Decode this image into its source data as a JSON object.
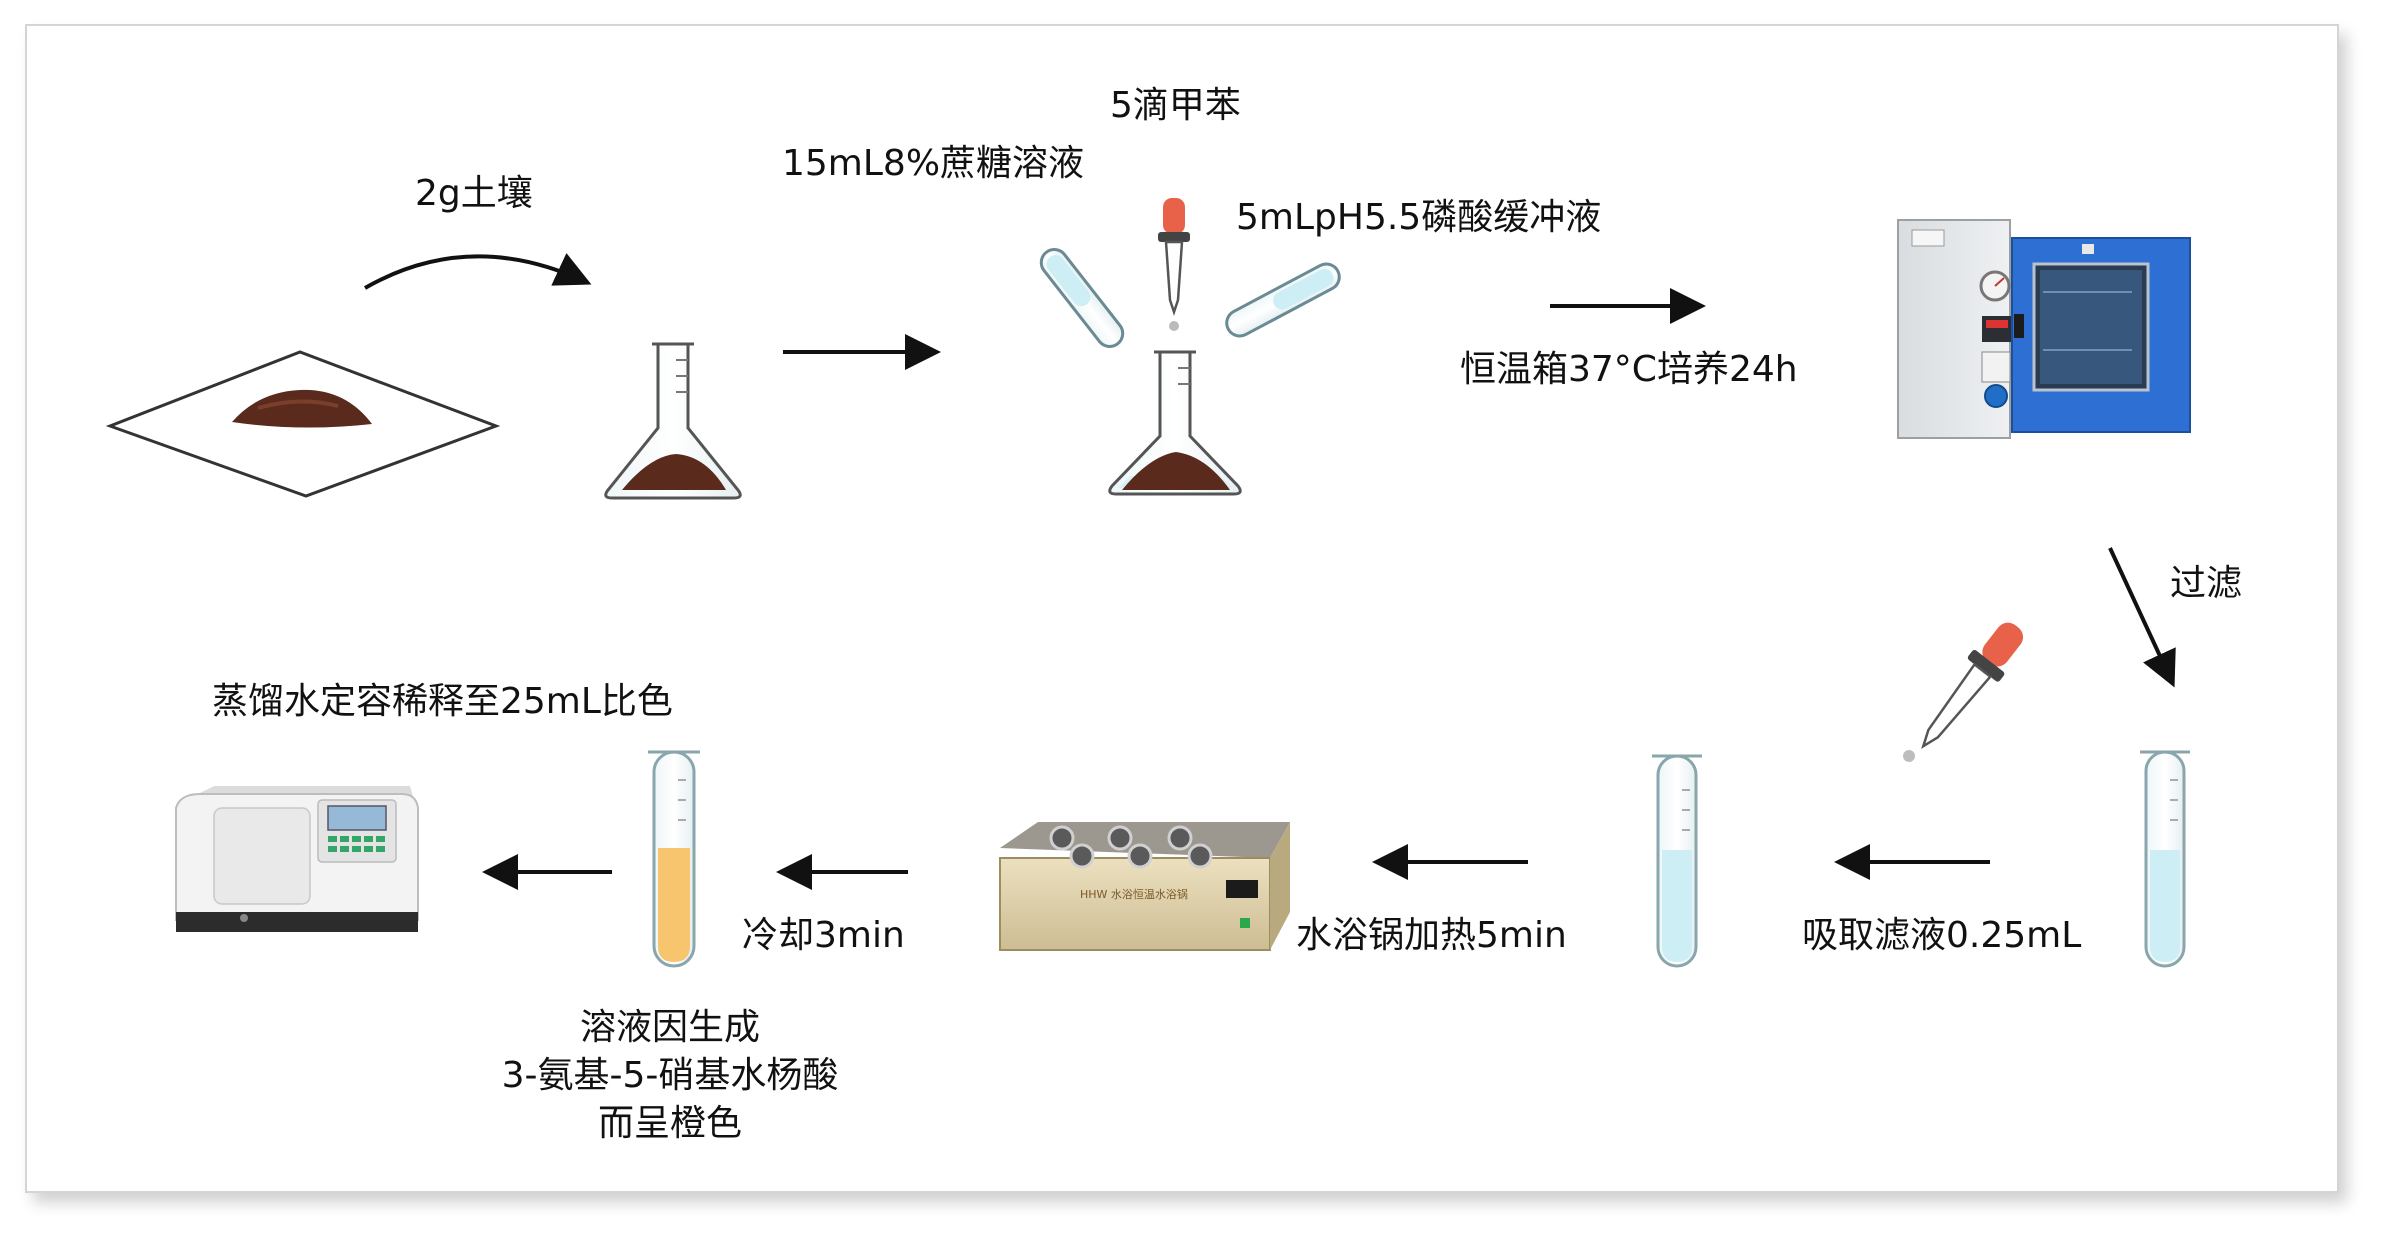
{
  "labels": {
    "soil": "2g土壤",
    "sucrose": "15mL8%蔗糖溶液",
    "toluene": "5滴甲苯",
    "buffer": "5mLpH5.5磷酸缓冲液",
    "incubate": "恒温箱37°C培养24h",
    "filter": "过滤",
    "dilute": "蒸馏水定容稀释至25mL比色",
    "cool": "冷却3min",
    "heat": "水浴锅加热5min",
    "take": "吸取滤液0.25mL",
    "result_line1": "溶液因生成",
    "result_line2": "3-氨基-5-硝基水杨酸",
    "result_line3": "而呈橙色",
    "bath_plate": "HHW 水浴恒温水浴锅"
  },
  "colors": {
    "soil": "#5a2a1c",
    "liquid_blue": "#cdeef5",
    "liquid_orange": "#f7c56e",
    "dropper_bulb": "#e8624a",
    "oven_door": "#2d6fd3",
    "arrow": "#111111"
  }
}
